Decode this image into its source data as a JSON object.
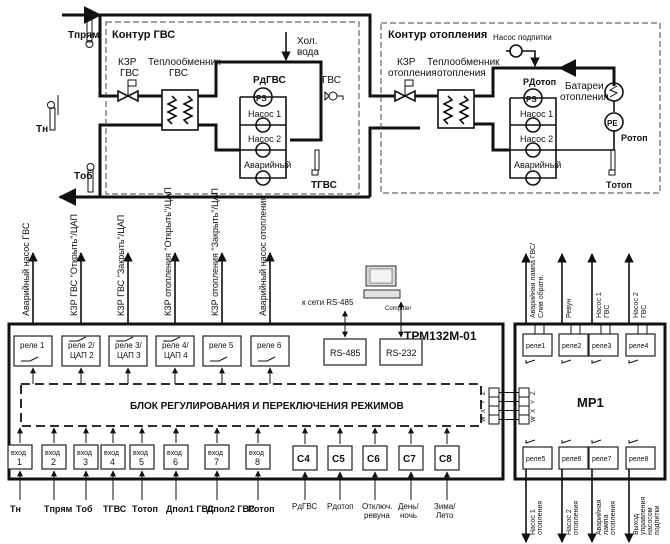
{
  "hydraulics": {
    "dhw_circuit": {
      "title": "Контур ГВС",
      "valve_label_1": "КЗР",
      "valve_label_2": "ГВС",
      "hx_label_1": "Теплообменник",
      "hx_label_2": "ГВС",
      "cold_water_1": "Хол.",
      "cold_water_2": "вода",
      "pressure_label": "PдГВС",
      "ps_label": "PS",
      "pump1": "Насос 1",
      "pump2": "Насос 2",
      "pump_emergency": "Аварийный",
      "tap_label": "ГВС",
      "temp_label": "TГВС"
    },
    "heating_circuit": {
      "title": "Контур отопления",
      "makeup_pump": "Насос подпитки",
      "valve_label_1": "КЗР",
      "valve_label_2": "отопления",
      "hx_label_1": "Теплообменник",
      "hx_label_2": "отопления",
      "pressure_label": "PДотоп",
      "ps_label": "PS",
      "pe_label": "PE",
      "p_otop_label": "Pотоп",
      "radiators_1": "Батареи",
      "radiators_2": "отопления",
      "pump1": "Насос 1",
      "pump2": "Насос 2",
      "pump_emergency": "Аварийный",
      "temp_label": "Tотоп"
    },
    "sensors": {
      "t_supply": "Tпрям",
      "t_outdoor": "Tн",
      "t_return": "Tоб"
    }
  },
  "trm": {
    "title": "ТРМ132М-01",
    "control_block": "БЛОК РЕГУЛИРОВАНИЯ И ПЕРЕКЛЮЧЕНИЯ РЕЖИМОВ",
    "outputs": [
      {
        "relay_1": "реле 1",
        "relay_2": "",
        "signal": "Аварийный насос ГВС"
      },
      {
        "relay_1": "реле 2/",
        "relay_2": "ЦАП 2",
        "signal": "КЗР ГВС \"Открыть\"/ЦАП"
      },
      {
        "relay_1": "реле 3/",
        "relay_2": "ЦАП 3",
        "signal": "КЗР ГВС \"Закрыть\"/ЦАП"
      },
      {
        "relay_1": "реле 4/",
        "relay_2": "ЦАП 4",
        "signal": "КЗР отопления \"Открыть\"/ЦАП"
      },
      {
        "relay_1": "реле 5",
        "relay_2": "",
        "signal": "КЗР отопления \"Закрыть\"/ЦАП"
      },
      {
        "relay_1": "реле 6",
        "relay_2": "",
        "signal": "Аварийный насос отопления"
      }
    ],
    "interfaces": [
      {
        "label": "RS-485",
        "link": "к сети RS-485"
      },
      {
        "label": "RS-232",
        "link": "Computer"
      }
    ],
    "inputs": [
      {
        "box_1": "вход",
        "box_2": "1",
        "signal": "Tн"
      },
      {
        "box_1": "вход",
        "box_2": "2",
        "signal": "Tпрям"
      },
      {
        "box_1": "вход",
        "box_2": "3",
        "signal": "Tоб"
      },
      {
        "box_1": "вход",
        "box_2": "4",
        "signal": "TГВС"
      },
      {
        "box_1": "вход",
        "box_2": "5",
        "signal": "Tотоп"
      },
      {
        "box_1": "вход",
        "box_2": "6",
        "signal": "Дпол1 ГВС"
      },
      {
        "box_1": "вход",
        "box_2": "7",
        "signal": "Дпол2 ГВС"
      },
      {
        "box_1": "вход",
        "box_2": "8",
        "signal": "Pотоп"
      }
    ],
    "digital_inputs": [
      {
        "box": "С4",
        "signal_1": "PдГВС",
        "signal_2": ""
      },
      {
        "box": "С5",
        "signal_1": "Pдотоп",
        "signal_2": ""
      },
      {
        "box": "С6",
        "signal_1": "Отключ.",
        "signal_2": "ревуна"
      },
      {
        "box": "С7",
        "signal_1": "День/",
        "signal_2": "ночь"
      },
      {
        "box": "С8",
        "signal_1": "Зима/",
        "signal_2": "Лето"
      }
    ],
    "bus_pins": [
      "Z",
      "Y",
      "X",
      "W"
    ]
  },
  "mr1": {
    "title": "МР1",
    "top_relays": [
      {
        "label": "реле1",
        "signal_1": "Аварийная лампа ГВС/",
        "signal_2": "Слив обратн."
      },
      {
        "label": "реле2",
        "signal_1": "Ревун",
        "signal_2": ""
      },
      {
        "label": "реле3",
        "signal_1": "Насос 1",
        "signal_2": "ГВС"
      },
      {
        "label": "реле4",
        "signal_1": "Насос 2",
        "signal_2": "ГВС"
      }
    ],
    "bottom_relays": [
      {
        "label": "реле5",
        "signal_1": "Насос 1",
        "signal_2": "отопления",
        "signal_3": "",
        "signal_4": ""
      },
      {
        "label": "реле6",
        "signal_1": "Насос 2",
        "signal_2": "отопления",
        "signal_3": "",
        "signal_4": ""
      },
      {
        "label": "реле7",
        "signal_1": "Аварийная",
        "signal_2": "лампа",
        "signal_3": "отопления",
        "signal_4": ""
      },
      {
        "label": "реле8",
        "signal_1": "Выход",
        "signal_2": "управления",
        "signal_3": "насосом",
        "signal_4": "подпитки"
      }
    ]
  }
}
